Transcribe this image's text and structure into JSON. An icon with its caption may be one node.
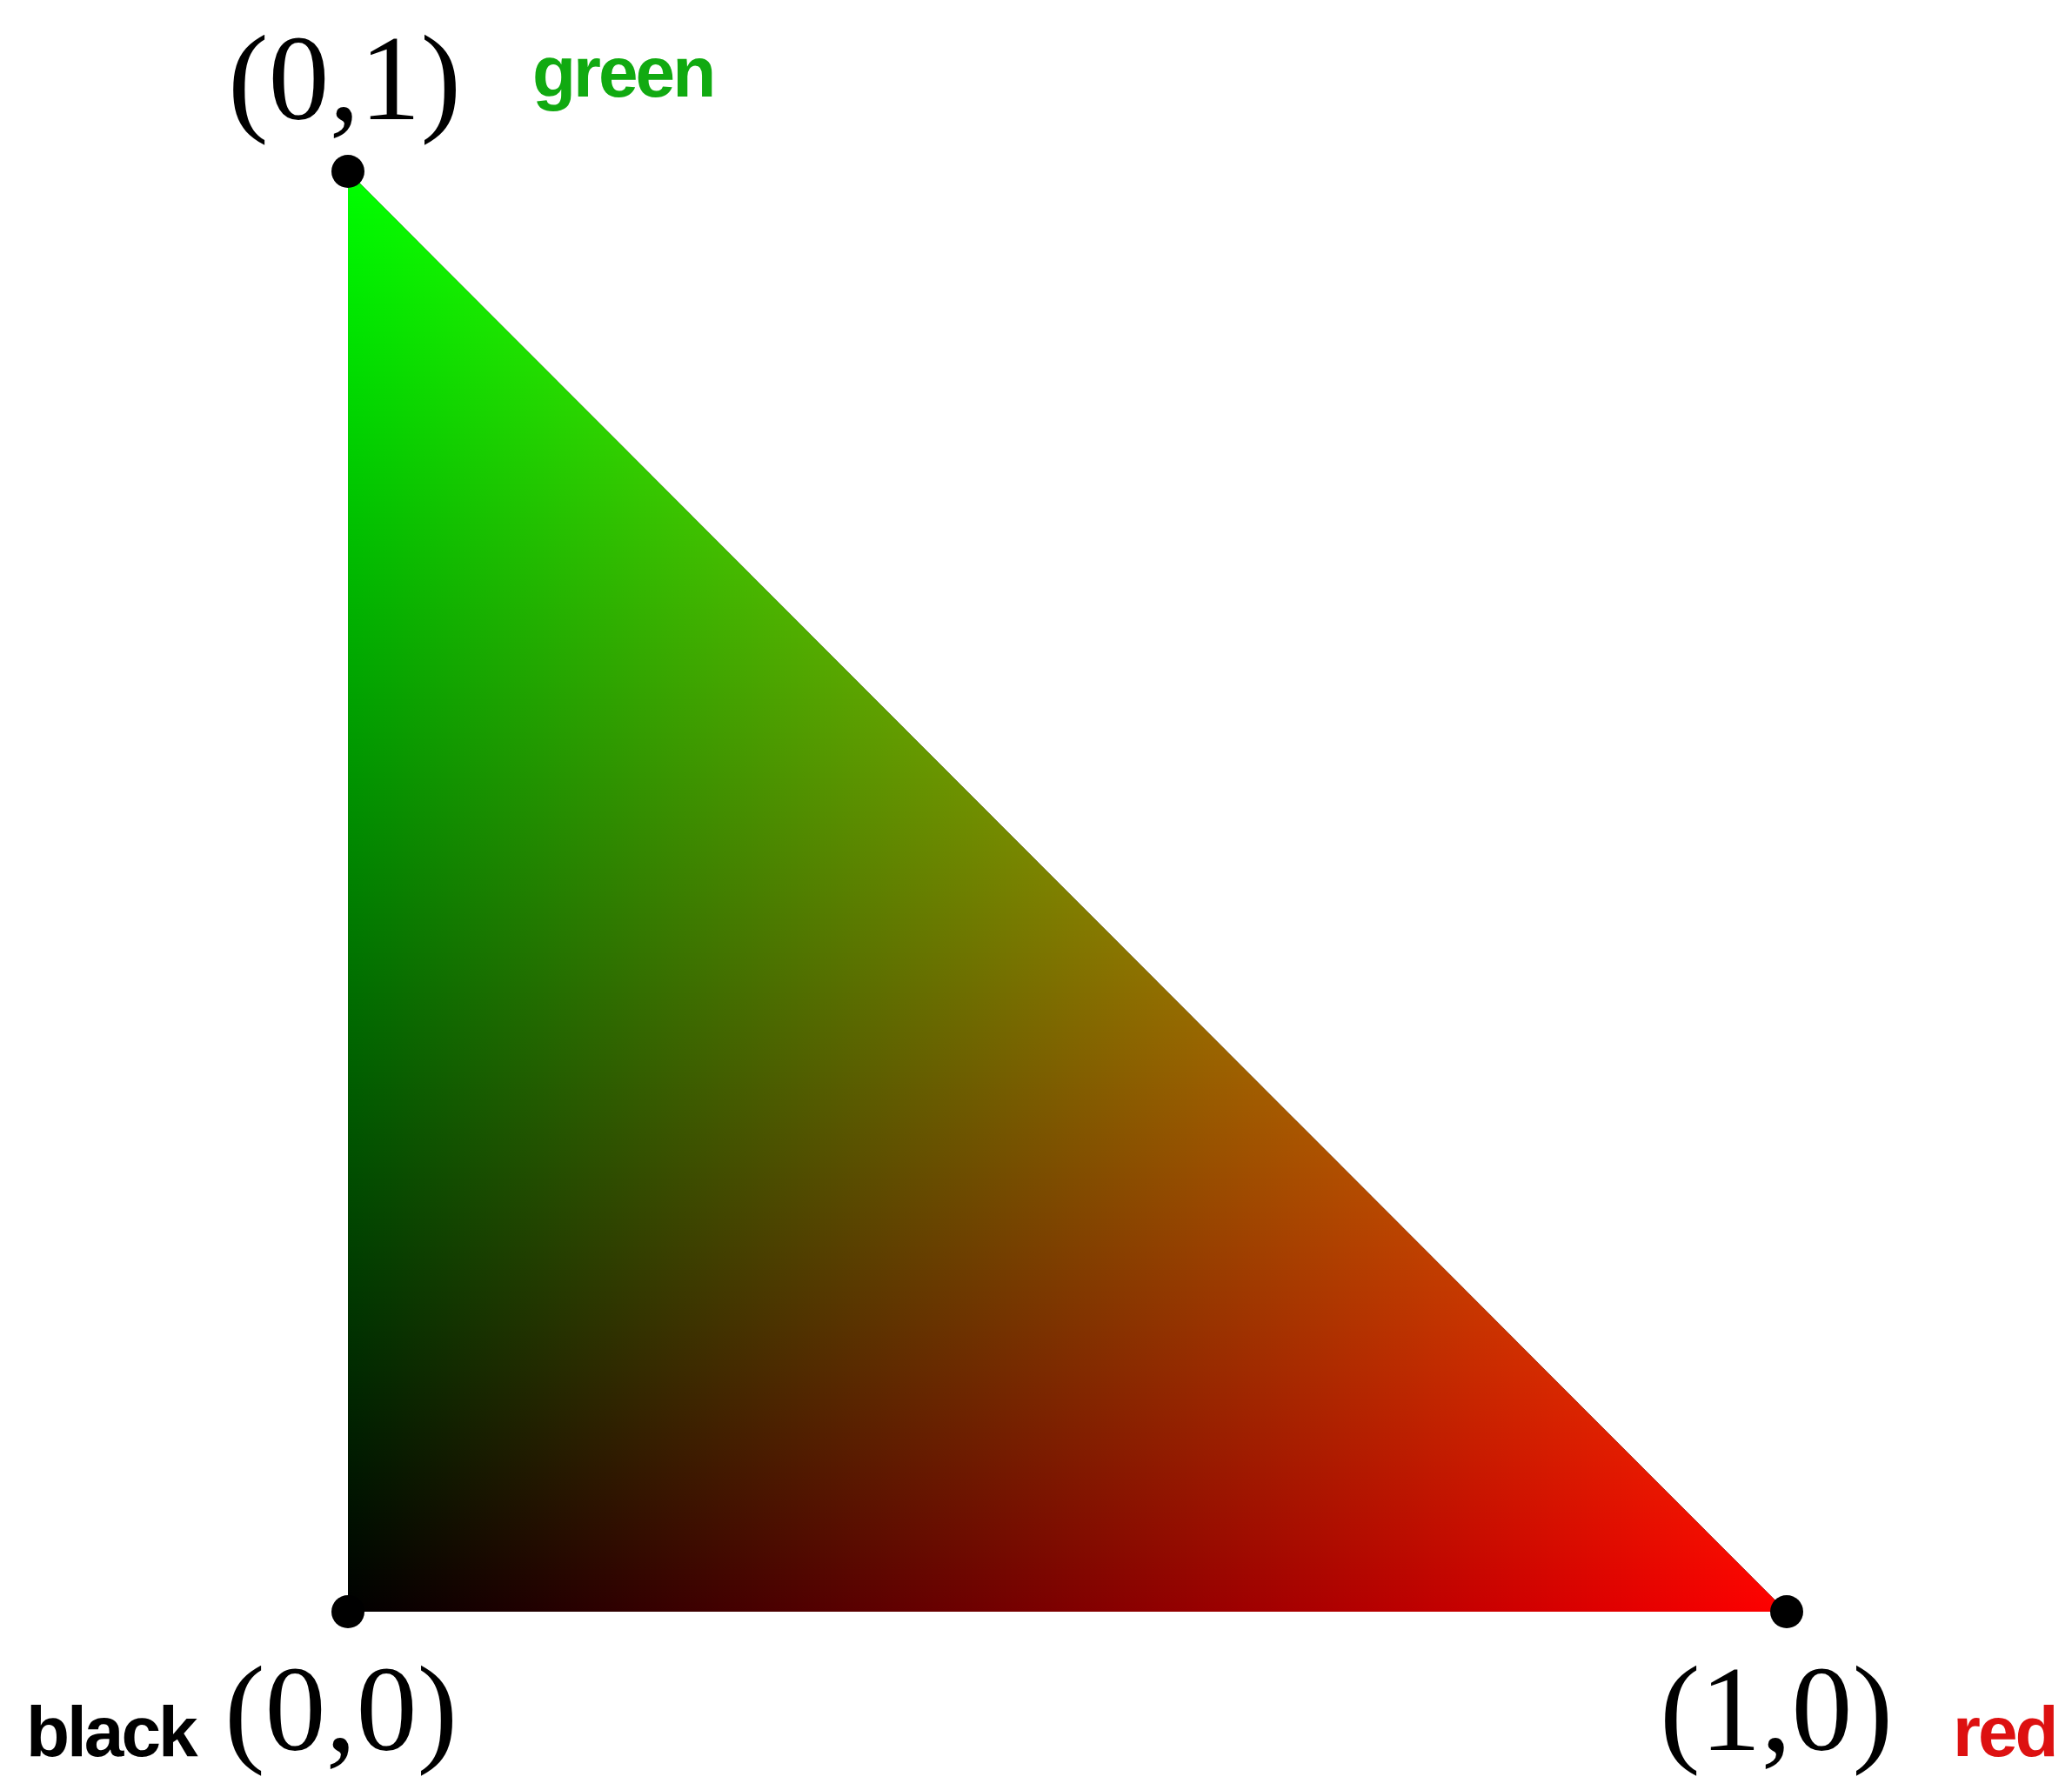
{
  "diagram": {
    "labels": [
      "(0,1)",
      "green",
      "black",
      "(0,0)",
      "(1,0)",
      "red"
    ]
  }
}
